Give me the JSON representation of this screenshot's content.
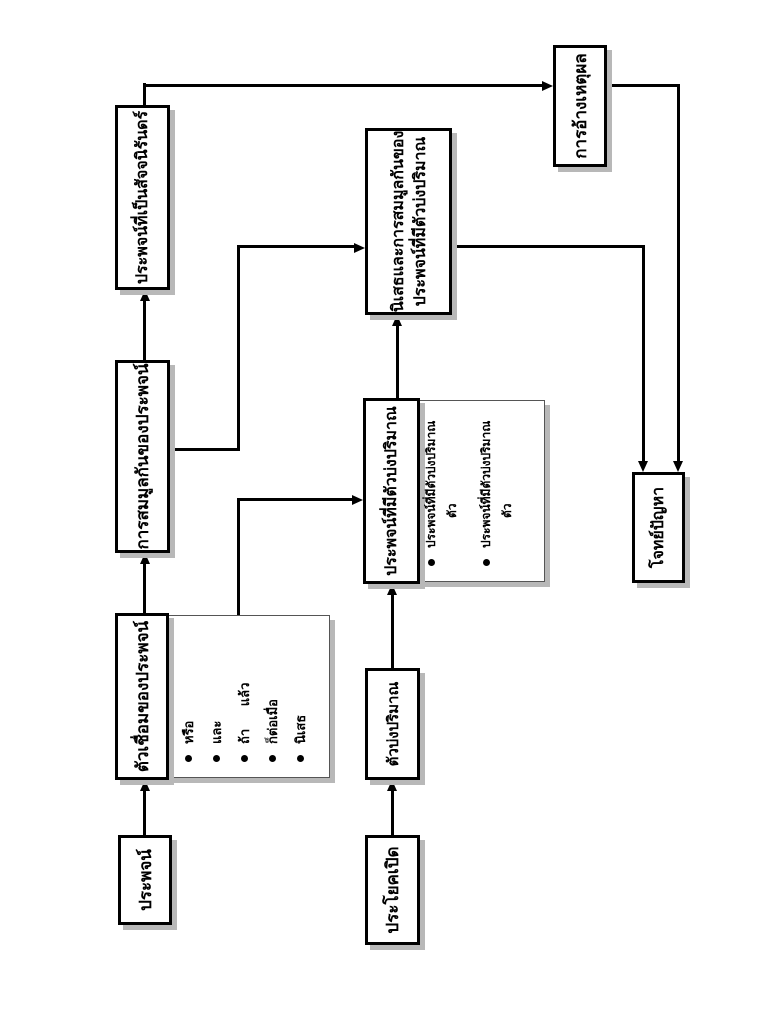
{
  "colors": {
    "background": "#ffffff",
    "line": "#000000",
    "box_border": "#000000",
    "container_border": "#555555",
    "shadow": "#b8b8b8",
    "text": "#000000"
  },
  "diagram": {
    "proposition": {
      "label": "ประพจน์"
    },
    "connectives": {
      "title": "ตัวเชื่อมของประพจน์",
      "bullets": [
        "หรือ",
        "และ",
        "ถ้า     แล้ว",
        "ก็ต่อเมื่อ",
        "นิเสธ"
      ]
    },
    "equivalence": {
      "label": "การสมมูลกันของประพจน์"
    },
    "tautology": {
      "label": "ประพจน์ที่เป็นสัจจนิรันดร์"
    },
    "argument": {
      "label": "การอ้างเหตุผล"
    },
    "open_sentence": {
      "label": "ประโยคเปิด"
    },
    "quantifier": {
      "label": "ตัวบ่งปริมาณ"
    },
    "quantified": {
      "title": "ประพจน์ที่มีตัวบ่งปริมาณ",
      "items": [
        {
          "line1": "ประพจน์ที่มีตัวบ่งปริมาณ",
          "line2": "ตัว"
        },
        {
          "line1": "ประพจน์ที่มีตัวบ่งปริมาณ",
          "line2": "ตัว"
        }
      ]
    },
    "negation": {
      "line1": "นิเสธและการสมมูลกันของ",
      "line2": "ประพจน์ที่มีตัวบ่งปริมาณ"
    },
    "problem": {
      "label": "โจทย์ปัญหา"
    }
  }
}
